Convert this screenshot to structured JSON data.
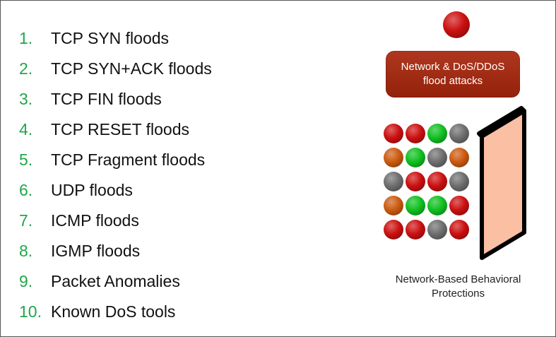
{
  "attack_list": [
    {
      "number": "1.",
      "text": "TCP SYN floods"
    },
    {
      "number": "2.",
      "text": "TCP SYN+ACK floods"
    },
    {
      "number": "3.",
      "text": "TCP FIN floods"
    },
    {
      "number": "4.",
      "text": "TCP RESET floods"
    },
    {
      "number": "5.",
      "text": "TCP Fragment floods"
    },
    {
      "number": "6.",
      "text": "UDP floods"
    },
    {
      "number": "7.",
      "text": "ICMP floods"
    },
    {
      "number": "8.",
      "text": "IGMP floods"
    },
    {
      "number": "9.",
      "text": "Packet Anomalies"
    },
    {
      "number": "10.",
      "text": "Known DoS tools"
    }
  ],
  "flood_box": {
    "label": "Network & DoS/DDoS flood attacks",
    "color": "#a8260b"
  },
  "packet_grid": [
    [
      "red",
      "red",
      "green",
      "gray"
    ],
    [
      "orange",
      "green",
      "gray",
      "orange"
    ],
    [
      "gray",
      "red",
      "red",
      "gray"
    ],
    [
      "orange",
      "green",
      "green",
      "red"
    ],
    [
      "red",
      "red",
      "gray",
      "red"
    ]
  ],
  "colors": {
    "red": "#cc1010",
    "green": "#10c020",
    "gray": "#6e6e6e",
    "orange": "#cc5a10",
    "list_number": "#1fa64a",
    "wall_face": "#fbbfa4",
    "wall_top": "#e8402a"
  },
  "caption": "Network-Based Behavioral Protections"
}
